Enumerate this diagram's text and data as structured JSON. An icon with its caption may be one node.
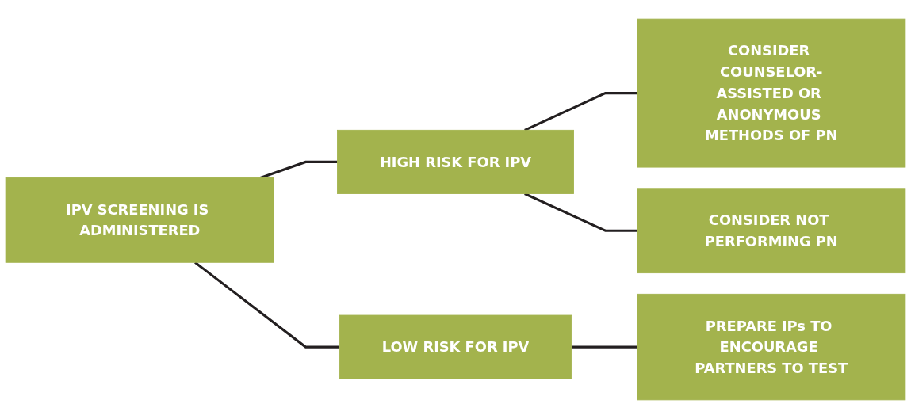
{
  "diagram": {
    "nodes": [
      {
        "text": [
          "IPV SCREENING IS ADMINISTERED"
        ]
      },
      {
        "text": [
          "HIGH RISK FOR IPV"
        ]
      },
      {
        "text": [
          "LOW RISK FOR IPV"
        ]
      },
      {
        "text": [
          "CONSIDER COUNSELOR-ASSISTED OR ANONYMOUS METHODS OF PN"
        ]
      },
      {
        "text": [
          "CONSIDER NOT PERFORMING PN"
        ]
      },
      {
        "text": [
          "PREPARE IPs TO ENCOURAGE PARTNERS TO TEST"
        ]
      }
    ],
    "edges": [
      {
        "from": 0,
        "to": 1,
        "arrow": "none"
      },
      {
        "from": 0,
        "to": 2,
        "arrow": "none"
      },
      {
        "from": 1,
        "to": 3,
        "arrow": "none"
      },
      {
        "from": 1,
        "to": 4,
        "arrow": "none"
      },
      {
        "from": 2,
        "to": 5,
        "arrow": "none"
      }
    ]
  }
}
